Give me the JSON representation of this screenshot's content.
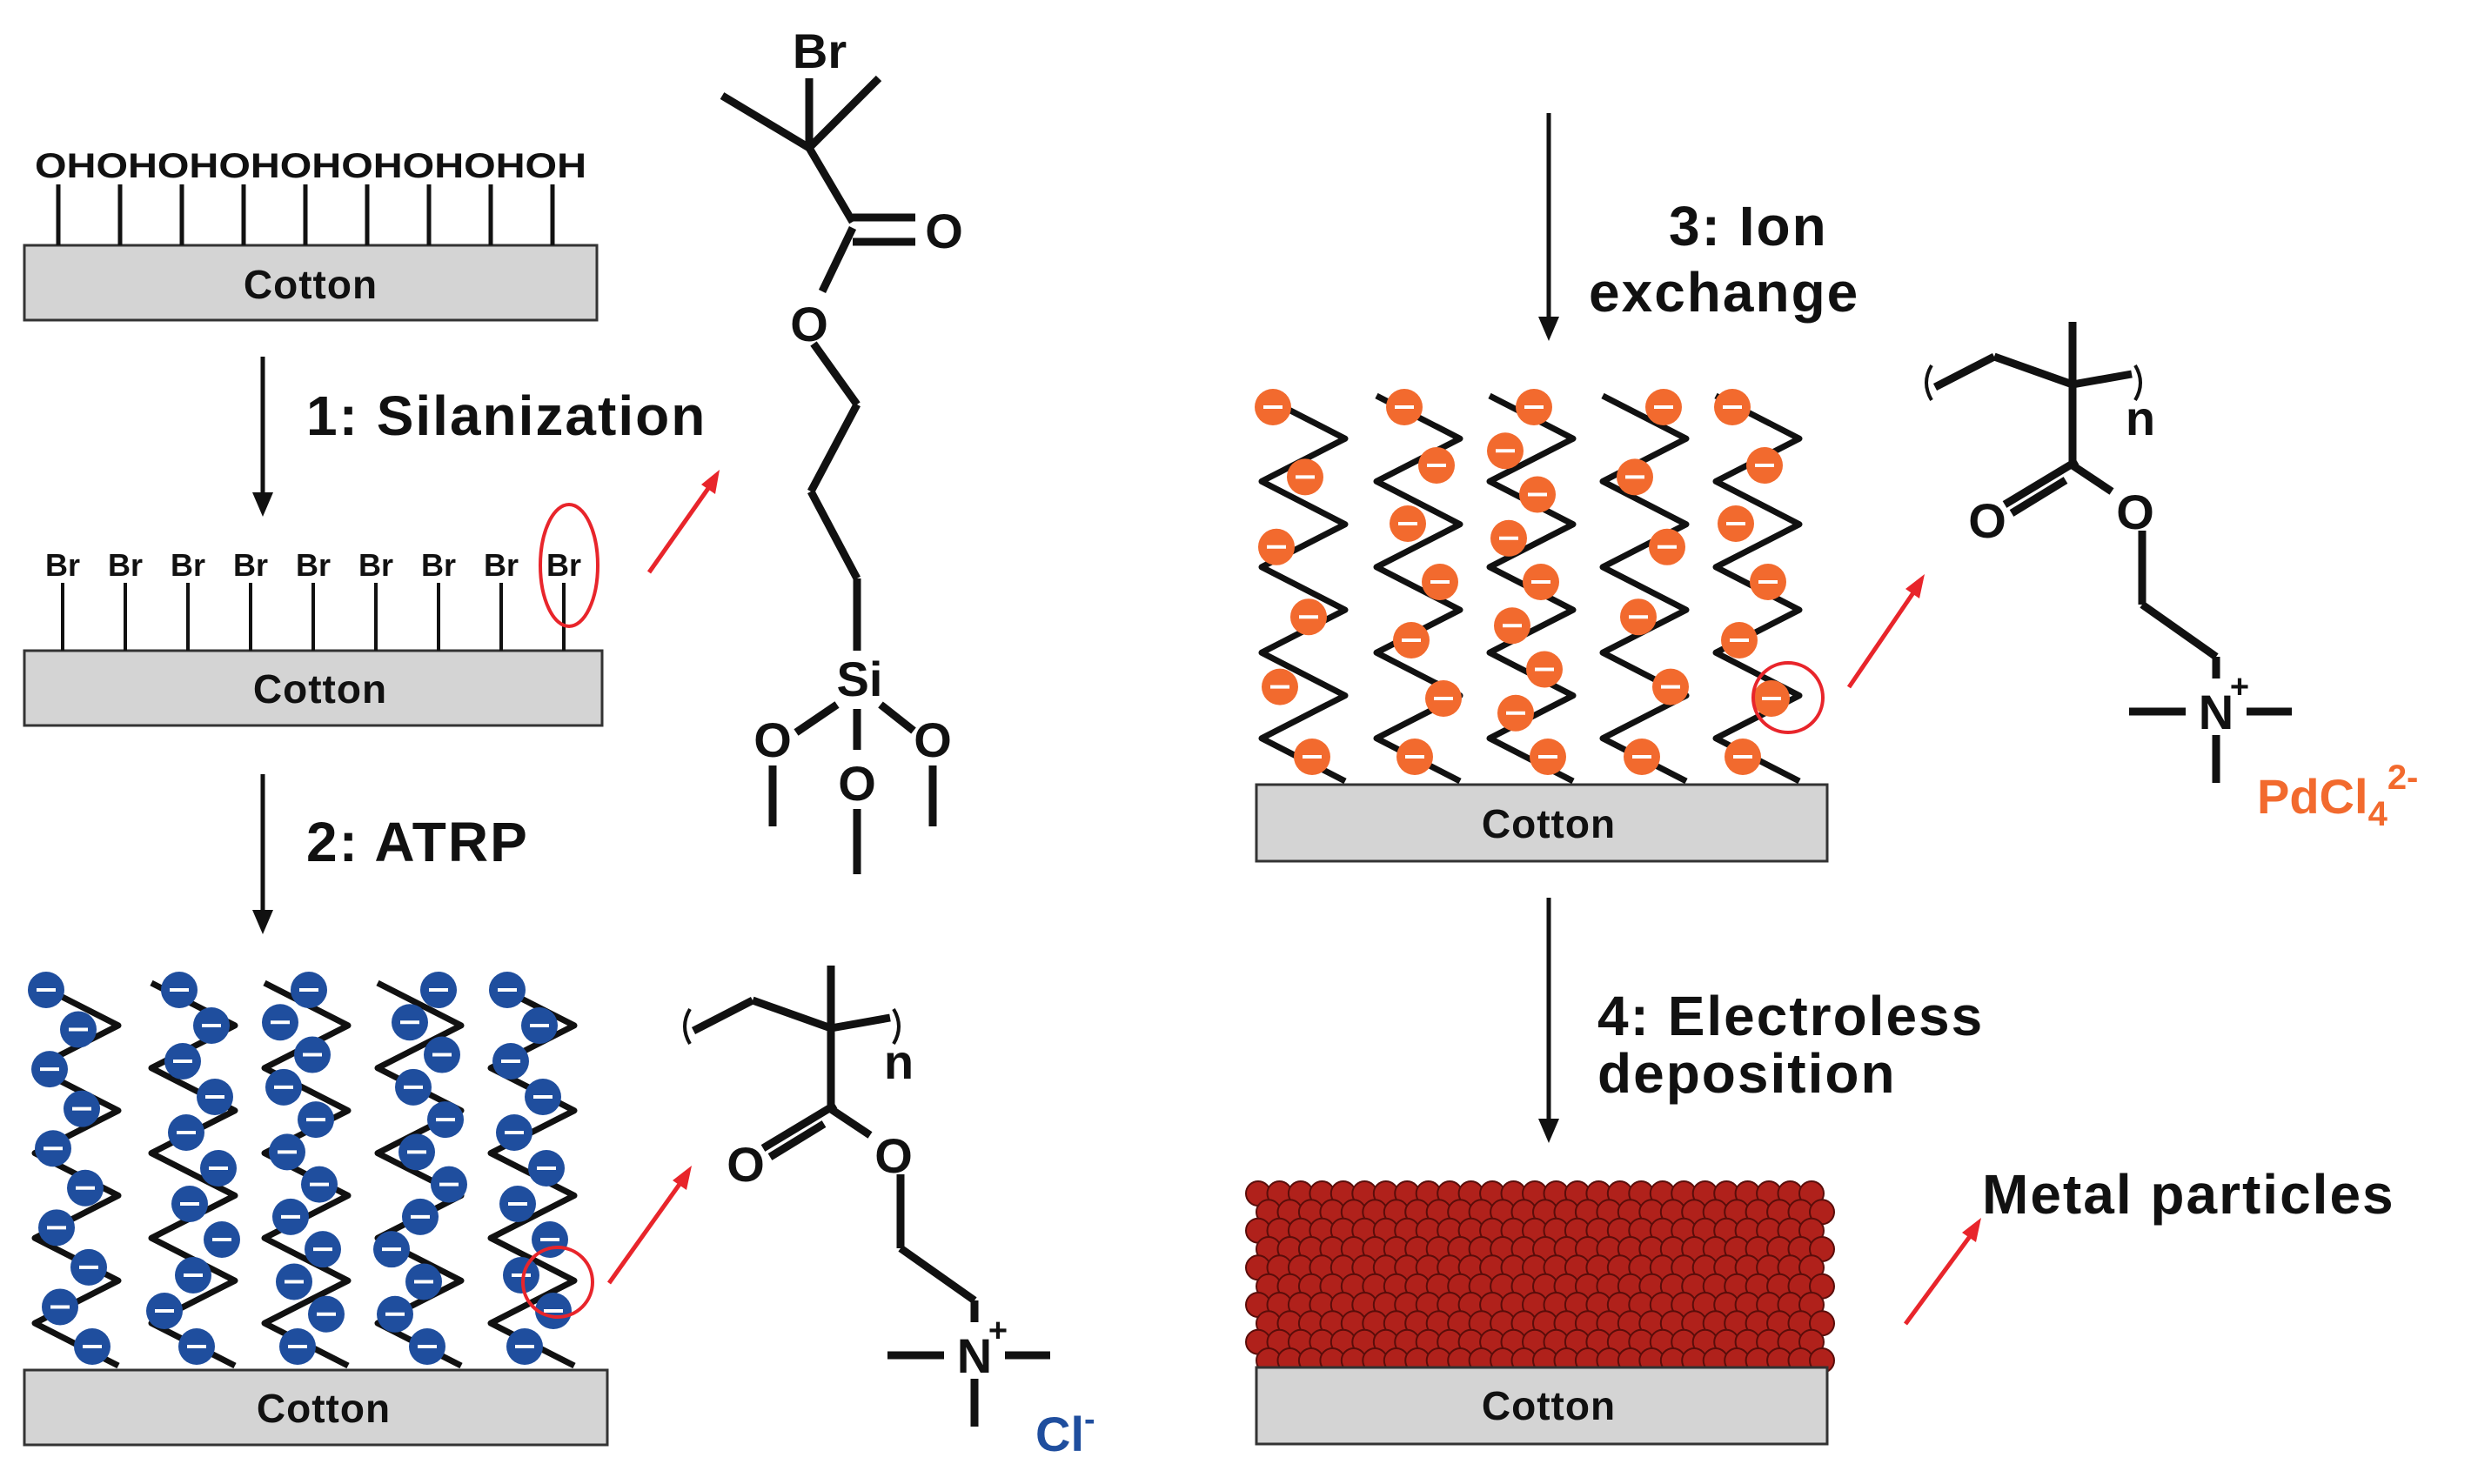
{
  "cotton_label": "Cotton",
  "surface": {
    "hydroxyl_row": "OHOHOHOHOHOHOHOHOH",
    "bromine_label": "Br"
  },
  "steps": {
    "step1": "1: Silanization",
    "step2": "2: ATRP",
    "step3_line1": "3: Ion",
    "step3_line2": "exchange",
    "step4_line1": "4: Electroless",
    "step4_line2": "deposition"
  },
  "initiator": {
    "bromine": "Br",
    "carbonyl_oxygen": "O",
    "ester_oxygen": "O",
    "silicon": "Si",
    "methoxy_oxygen_left": "O",
    "methoxy_oxygen_middle": "O",
    "methoxy_oxygen_right": "O"
  },
  "polymer": {
    "repeat_subscript": "n",
    "carbonyl_oxygen": "O",
    "ester_oxygen": "O",
    "nitrogen": "N",
    "charge": "+"
  },
  "counterions": {
    "chloride_base": "Cl",
    "chloride_charge": "-",
    "palladate_base": "PdCl",
    "palladate_subscript": "4",
    "palladate_charge": "2-"
  },
  "metal_particles_label": "Metal particles",
  "colors": {
    "chloride_blue": "#1f4e9e",
    "palladate_orange": "#f26a2e",
    "particle_red": "#b0211b",
    "highlight_red": "#e8252b",
    "cotton_gray": "#d4d4d4"
  }
}
